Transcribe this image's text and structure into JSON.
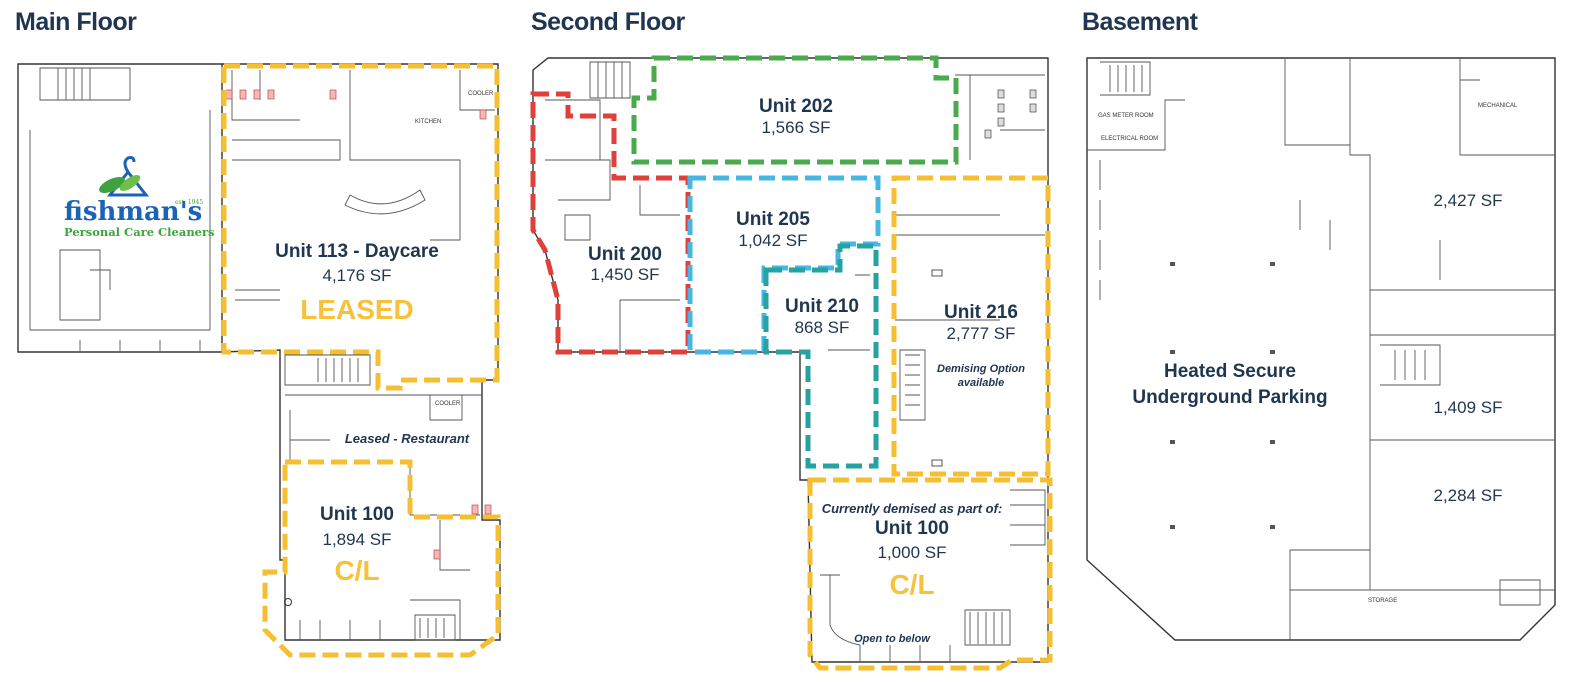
{
  "sections": {
    "main_floor": "Main Floor",
    "second_floor": "Second Floor",
    "basement": "Basement"
  },
  "tenant_logo": {
    "name": "fishman's",
    "established": "est. 1945",
    "tagline": "Personal Care Cleaners"
  },
  "main_floor_units": {
    "unit_113": {
      "name": "Unit 113 - Daycare",
      "area": "4,176 SF",
      "status": "LEASED"
    },
    "restaurant": {
      "label": "Leased - Restaurant"
    },
    "unit_100": {
      "name": "Unit 100",
      "area": "1,894 SF",
      "status": "C/L"
    }
  },
  "second_floor_units": {
    "unit_202": {
      "name": "Unit 202",
      "area": "1,566 SF"
    },
    "unit_200": {
      "name": "Unit 200",
      "area": "1,450 SF"
    },
    "unit_205": {
      "name": "Unit 205",
      "area": "1,042 SF"
    },
    "unit_210": {
      "name": "Unit 210",
      "area": "868 SF"
    },
    "unit_216": {
      "name": "Unit 216",
      "area": "2,777 SF",
      "note_line1": "Demising Option",
      "note_line2": "available"
    },
    "unit_100": {
      "note": "Currently demised as part of:",
      "name": "Unit 100",
      "area": "1,000 SF",
      "status": "C/L",
      "open_below": "Open to below"
    }
  },
  "basement_areas": {
    "parking_line1": "Heated Secure",
    "parking_line2": "Underground Parking",
    "area_1": "2,427 SF",
    "area_2": "1,409 SF",
    "area_3": "2,284 SF"
  },
  "room_labels": {
    "cooler_1": "COOLER",
    "kitchen": "KITCHEN",
    "cooler_2": "COOLER",
    "gas_meter": "GAS METER ROOM",
    "electrical": "ELECTRICAL ROOM",
    "mechanical": "MECHANICAL",
    "storage": "STORAGE"
  },
  "colors": {
    "title_navy": "#1f3550",
    "highlight_yellow": "#f6bf32",
    "unit_green": "#4aaa4e",
    "unit_red": "#e0403a",
    "unit_blue": "#46b6e2",
    "unit_teal": "#26a2a0",
    "logo_blue": "#1b63b5",
    "logo_green": "#3ea33e"
  }
}
